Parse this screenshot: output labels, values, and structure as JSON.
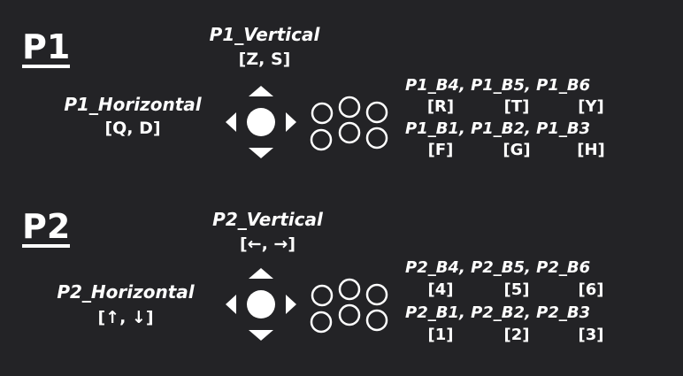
{
  "players": [
    {
      "label": "P1",
      "vertical": {
        "name": "P1_Vertical",
        "keys": "[Z, S]"
      },
      "horizontal": {
        "name": "P1_Horizontal",
        "keys": "[Q, D]"
      },
      "top_buttons": {
        "names": "P1_B4, P1_B5, P1_B6",
        "keys": [
          "[R]",
          "[T]",
          "[Y]"
        ]
      },
      "bottom_buttons": {
        "names": "P1_B1, P1_B2, P1_B3",
        "keys": [
          "[F]",
          "[G]",
          "[H]"
        ]
      }
    },
    {
      "label": "P2",
      "vertical": {
        "name": "P2_Vertical",
        "keys": "[←, →]"
      },
      "horizontal": {
        "name": "P2_Horizontal",
        "keys": "[↑, ↓]"
      },
      "top_buttons": {
        "names": "P2_B4, P2_B5, P2_B6",
        "keys": [
          "[4]",
          "[5]",
          "[6]"
        ]
      },
      "bottom_buttons": {
        "names": "P2_B1, P2_B2, P2_B3",
        "keys": [
          "[1]",
          "[2]",
          "[3]"
        ]
      }
    }
  ],
  "icons": {
    "dpad": "dpad-icon",
    "stick": "stick-icon",
    "buttons": "button-circles-icon"
  },
  "colors": {
    "background": "#232326",
    "foreground": "#ffffff"
  }
}
